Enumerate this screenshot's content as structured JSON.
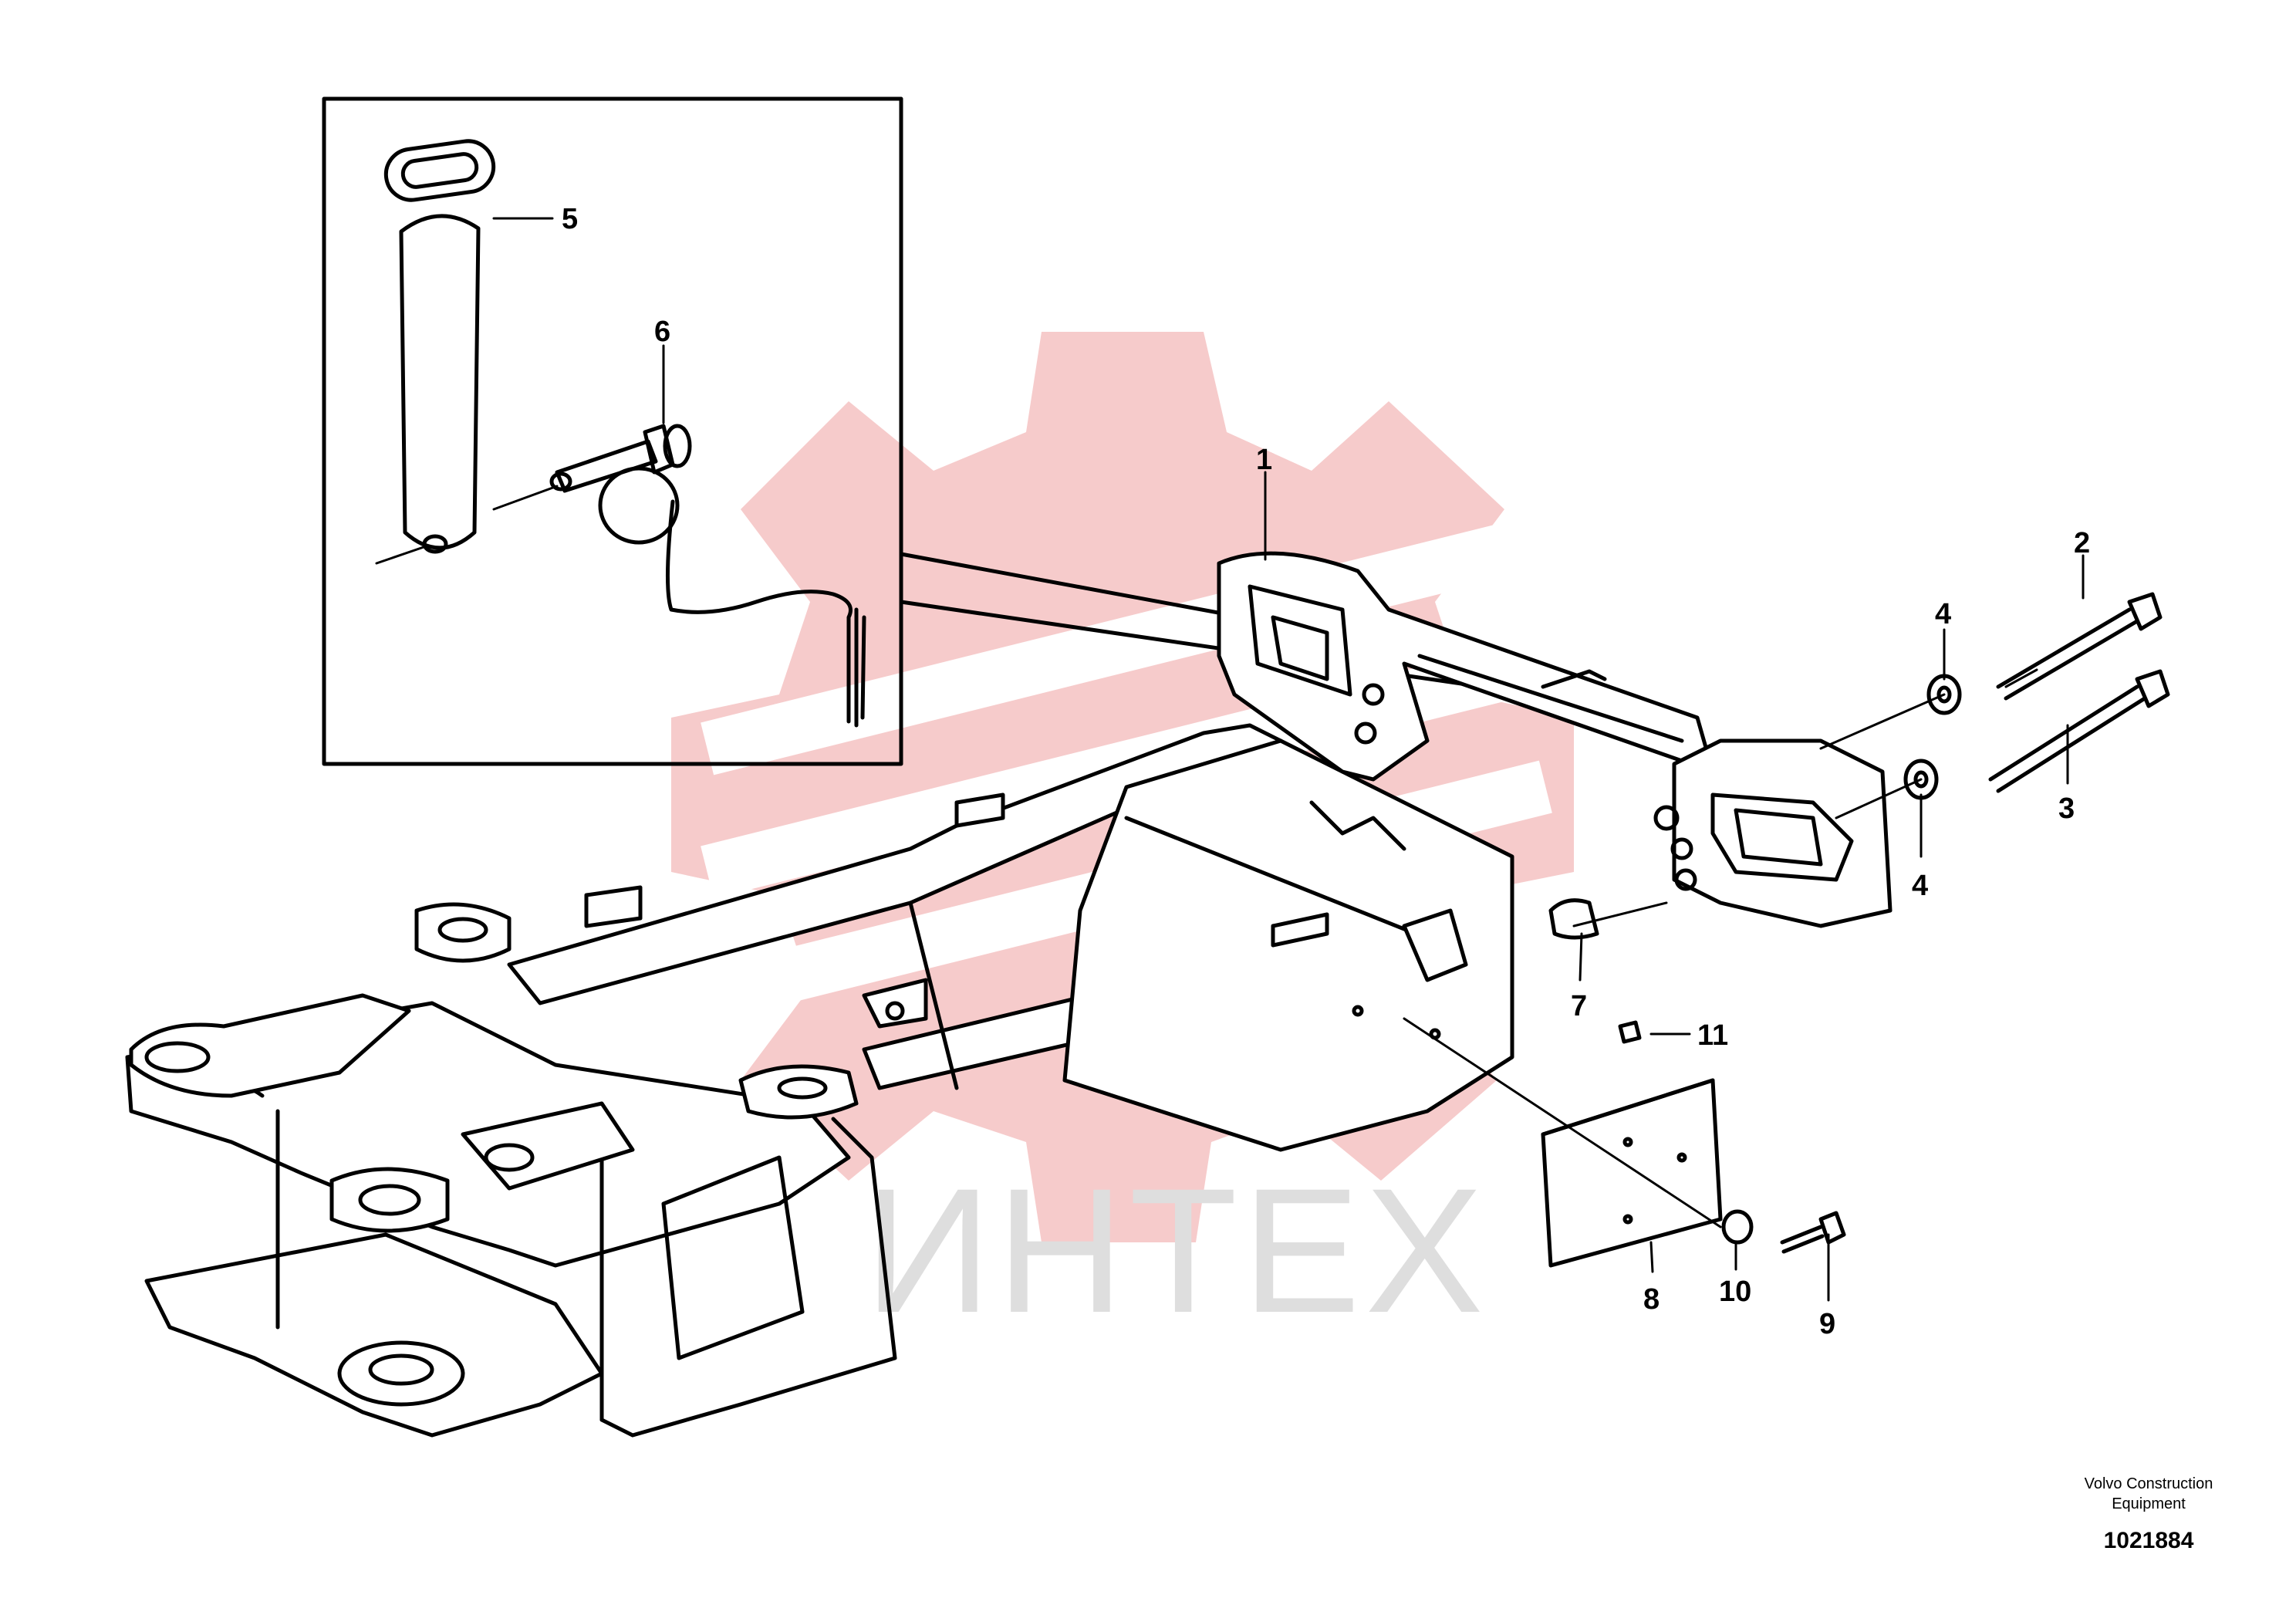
{
  "watermark": {
    "text": "ИНТЕХ"
  },
  "callouts": [
    {
      "id": "1",
      "label": "1"
    },
    {
      "id": "2",
      "label": "2"
    },
    {
      "id": "3",
      "label": "3"
    },
    {
      "id": "4a",
      "label": "4"
    },
    {
      "id": "4b",
      "label": "4"
    },
    {
      "id": "5",
      "label": "5"
    },
    {
      "id": "6",
      "label": "6"
    },
    {
      "id": "7",
      "label": "7"
    },
    {
      "id": "8",
      "label": "8"
    },
    {
      "id": "9",
      "label": "9"
    },
    {
      "id": "10",
      "label": "10"
    },
    {
      "id": "11",
      "label": "11"
    }
  ],
  "credit": {
    "line1": "Volvo Construction",
    "line2": "Equipment",
    "drawing_number": "1021884"
  }
}
